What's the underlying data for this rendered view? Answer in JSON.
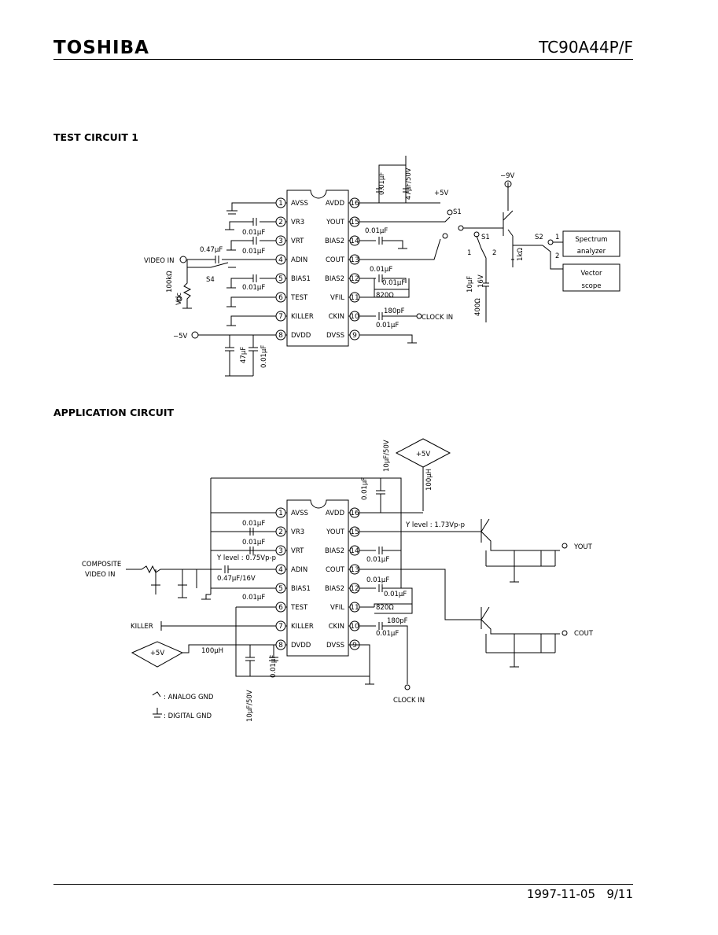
{
  "header": {
    "logo": "TOSHIBA",
    "part_number": "TC90A44P/F"
  },
  "test_circuit": {
    "title": "TEST CIRCUIT 1",
    "pins_left": [
      {
        "num": "1",
        "name": "AVSS"
      },
      {
        "num": "2",
        "name": "VR3"
      },
      {
        "num": "3",
        "name": "VRT"
      },
      {
        "num": "4",
        "name": "ADIN"
      },
      {
        "num": "5",
        "name": "BIAS1"
      },
      {
        "num": "6",
        "name": "TEST"
      },
      {
        "num": "7",
        "name": "KILLER"
      },
      {
        "num": "8",
        "name": "DVDD"
      }
    ],
    "pins_right": [
      {
        "num": "16",
        "name": "AVDD"
      },
      {
        "num": "15",
        "name": "YOUT"
      },
      {
        "num": "14",
        "name": "BIAS2"
      },
      {
        "num": "13",
        "name": "COUT"
      },
      {
        "num": "12",
        "name": "BIAS2"
      },
      {
        "num": "11",
        "name": "VFIL"
      },
      {
        "num": "10",
        "name": "CKIN"
      },
      {
        "num": "9",
        "name": "DVSS"
      }
    ],
    "labels": {
      "video_in": "VIDEO IN",
      "clock_in": "CLOCK IN",
      "plus5v": "+5V",
      "minus9v": "−9V",
      "minus5v": "−5V",
      "c001": "0.01μF",
      "c047": "0.47μF",
      "c47": "47μF",
      "c47_50": "47μF/50V",
      "c10": "10μF",
      "v16": "16V",
      "r100k": "100kΩ",
      "vdc": "Vdc",
      "r820": "820Ω",
      "c180p": "180pF",
      "r1k": "1kΩ",
      "r400": "400Ω",
      "s1": "S1",
      "s2": "S2",
      "s4": "S4",
      "spectrum": "Spectrum",
      "analyzer": "analyzer",
      "vector": "Vector",
      "scope": "scope",
      "one": "1",
      "two": "2"
    }
  },
  "app_circuit": {
    "title": "APPLICATION CIRCUIT",
    "labels": {
      "composite": "COMPOSITE",
      "video_in": "VIDEO IN",
      "killer": "KILLER",
      "clock_in": "CLOCK IN",
      "plus5v": "+5V",
      "c10_50": "10μF/50V",
      "l100": "100μH",
      "c001": "0.01μF",
      "ylevel_in": "Y level : 0.75Vp-p",
      "c047_16": "0.47μF/16V",
      "ylevel_out": "Y level : 1.73Vp-p",
      "yout": "YOUT",
      "cout": "COUT",
      "r820": "820Ω",
      "c180p": "180pF",
      "analog_gnd": ": ANALOG GND",
      "digital_gnd": ": DIGITAL GND"
    }
  },
  "footer": {
    "date": "1997-11-05",
    "page": "9/11"
  }
}
